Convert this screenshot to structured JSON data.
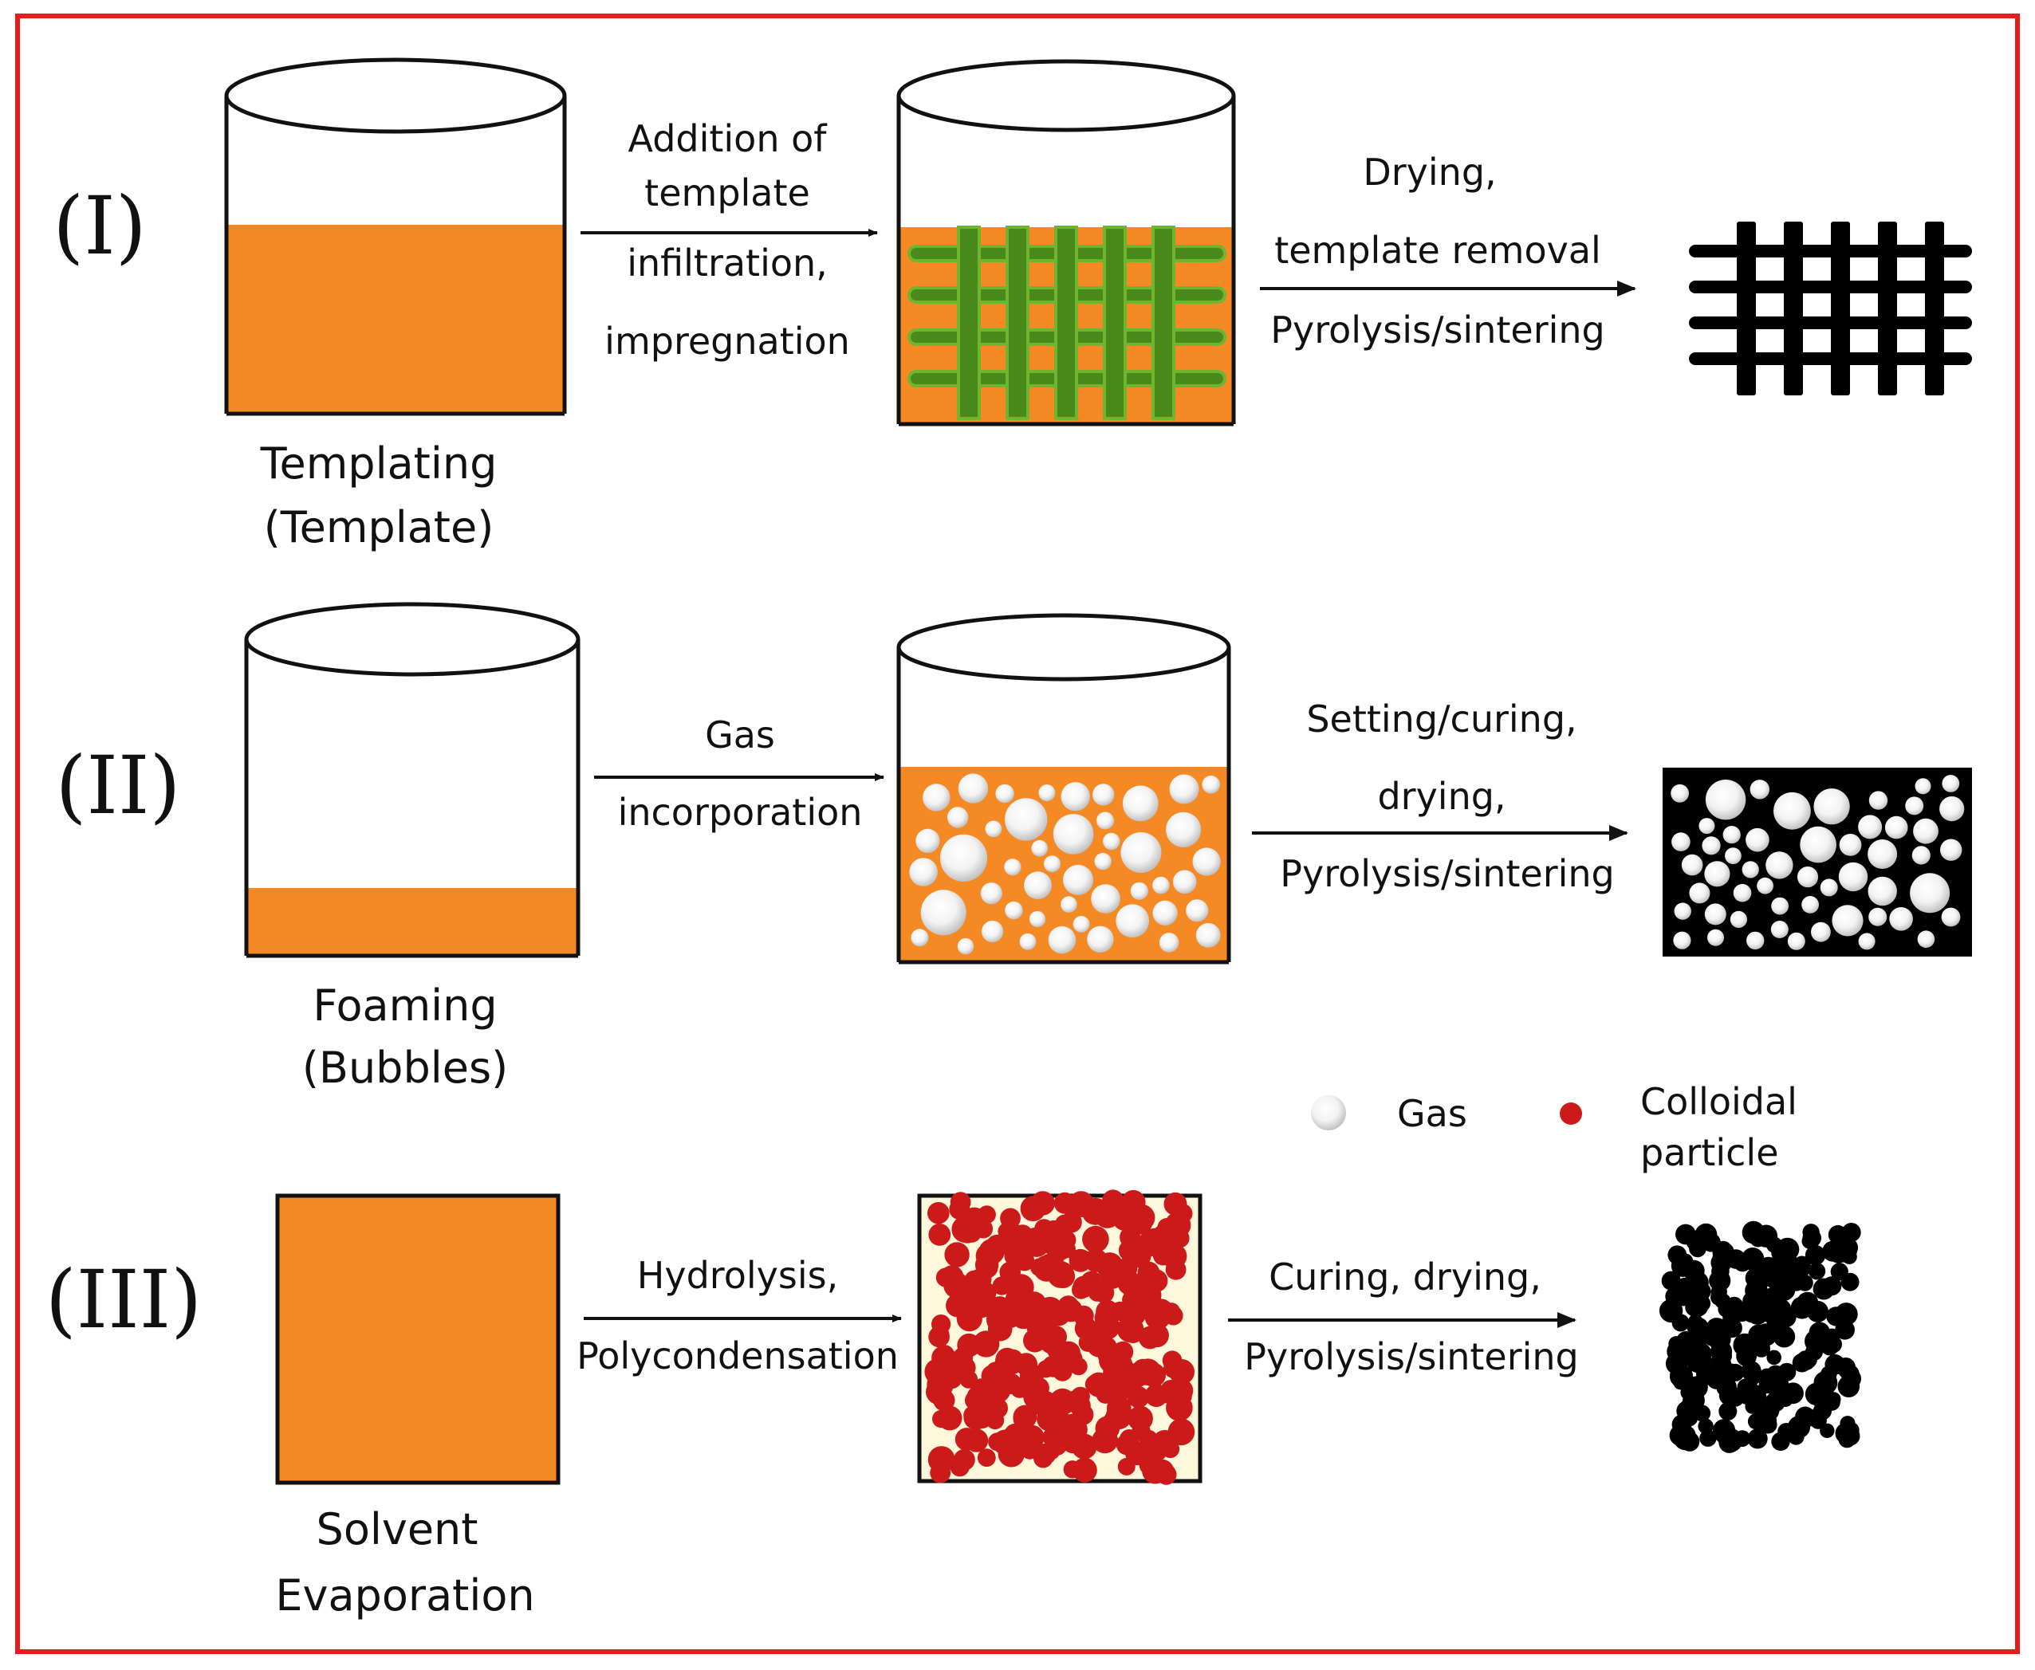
{
  "rows": [
    {
      "numeral": "(I)",
      "method_line1": "Templating",
      "method_line2": "(Template)",
      "step1": [
        "Addition of",
        "template",
        "infiltration,",
        "impregnation"
      ],
      "step2": [
        "Drying,",
        "template removal",
        "Pyrolysis/sintering"
      ]
    },
    {
      "numeral": "(II)",
      "method_line1": "Foaming",
      "method_line2": "(Bubbles)",
      "step1": [
        "Gas",
        "incorporation"
      ],
      "step2": [
        "Setting/curing,",
        "drying,",
        "Pyrolysis/sintering"
      ]
    },
    {
      "numeral": "(III)",
      "method_line1": "Solvent",
      "method_line2": "Evaporation",
      "step1": [
        "Hydrolysis,",
        "Polycondensation"
      ],
      "step2": [
        "Curing, drying,",
        "Pyrolysis/sintering"
      ]
    }
  ],
  "legend": {
    "gas": "Gas",
    "colloid_line1": "Colloidal",
    "colloid_line2": "particle"
  },
  "colors": {
    "frame": "#e41d1d",
    "slurry": "#f58a25",
    "template": "#4a8a1a",
    "template_light": "#6fb52f",
    "colloid": "#cc1a1a",
    "sol_bg": "#fdf7dc",
    "solid": "#000000",
    "line": "#111111"
  },
  "icons": {
    "beaker": "beaker-icon",
    "bubble": "bubble-icon",
    "particle": "particle-icon"
  }
}
